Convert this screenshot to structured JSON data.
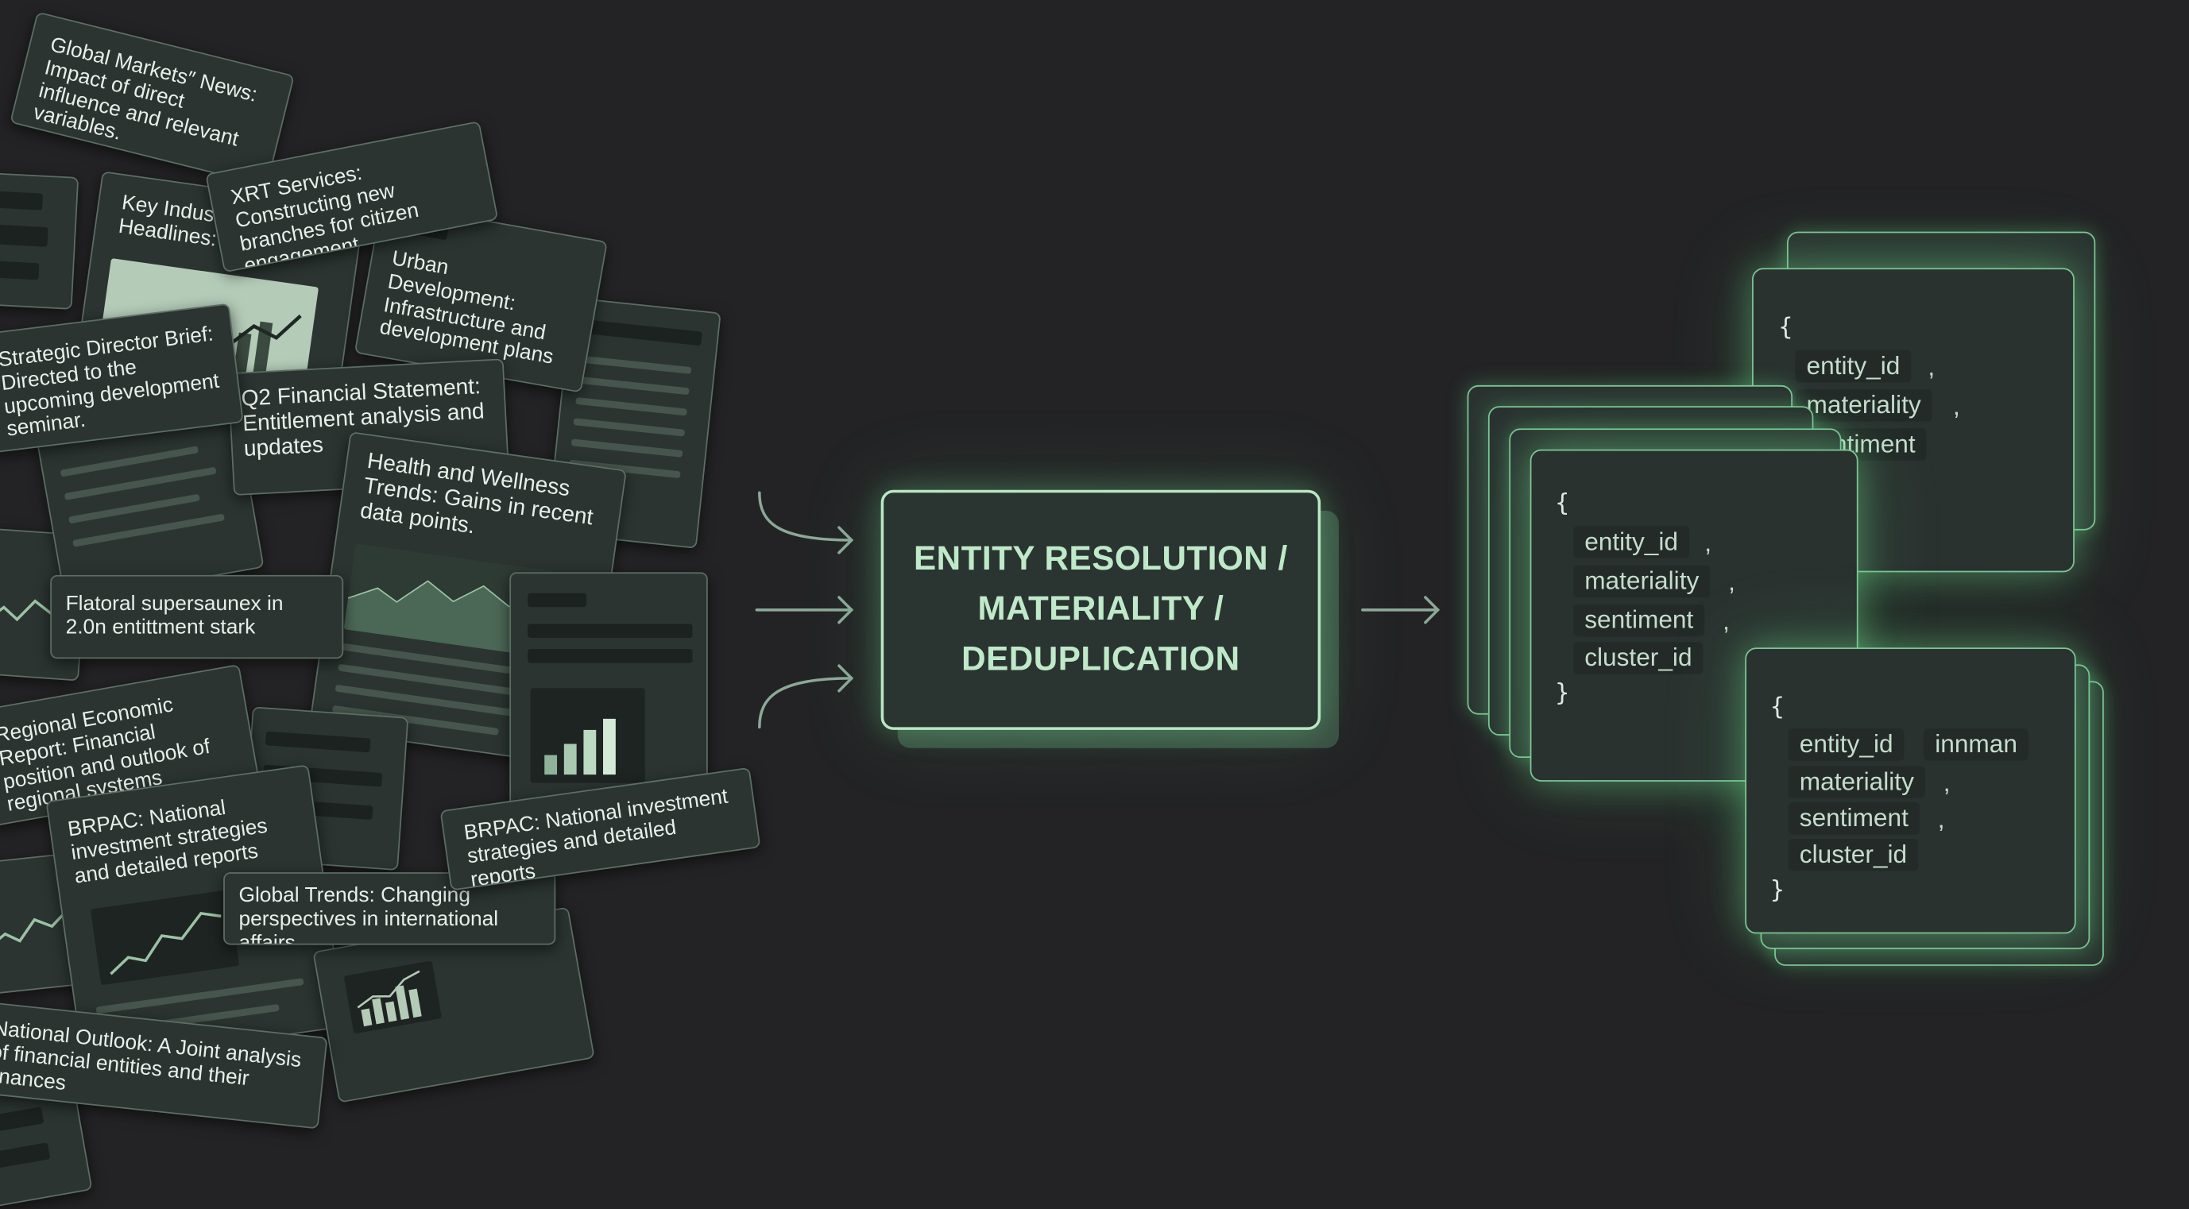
{
  "documents": [
    {
      "text": "Global Markets″ News: Impact of direct influence and relevant variables."
    },
    {
      "text": "XRT Services: Constructing new branches for citizen engagement."
    },
    {
      "text": "Key Industry Email Headlines:"
    },
    {
      "text": "Urban Development: Infrastructure and development plans"
    },
    {
      "text": "Strategic Director Brief: Directed to the upcoming development seminar."
    },
    {
      "text": "Q2 Financial Statement: Entitlement analysis and updates"
    },
    {
      "text": "Health and Wellness Trends: Gains in recent data points."
    },
    {
      "text": "Flatoral supersaunex in 2.0n entittment stark"
    },
    {
      "text": "Regional Economic Report: Financial position and outlook of regional systems"
    },
    {
      "text": "BRPAC: National investment strategies and detailed reports"
    },
    {
      "text": "BRPAC: National investment strategies and detailed reports"
    },
    {
      "text": "Global Trends: Changing perspectives in international affairs"
    },
    {
      "text": "National Outlook: A Joint analysis of financial entities and their finances"
    }
  ],
  "process": {
    "line1": "ENTITY RESOLUTION /",
    "line2": "MATERIALITY /",
    "line3": "DEDUPLICATION"
  },
  "outputs": {
    "open_brace": "{",
    "close_brace": "}",
    "comma": ",",
    "top": [
      "entity_id",
      "materiality",
      "sentiment"
    ],
    "middle": [
      "entity_id",
      "materiality",
      "sentiment",
      "cluster_id"
    ],
    "bottom": [
      "entity_id",
      "innman",
      "materiality",
      "sentiment",
      "cluster_id"
    ]
  },
  "colors": {
    "background": "#232325",
    "accent_green": "#b9e7c4",
    "card": "#2b3431"
  }
}
